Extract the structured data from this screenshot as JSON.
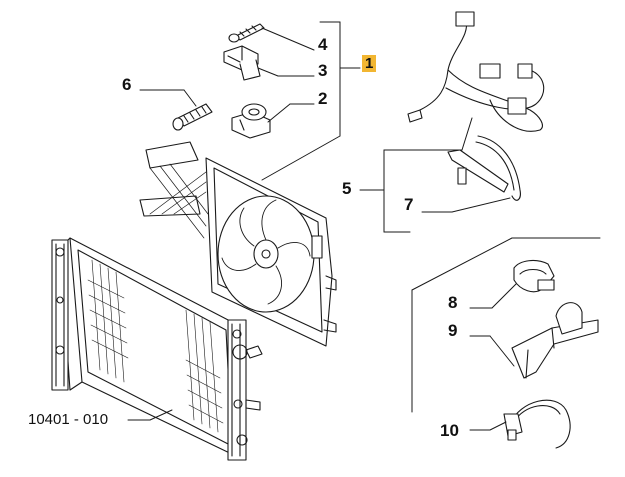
{
  "diagram": {
    "reference_code": "10401 - 010",
    "callouts": {
      "c1": "1",
      "c2": "2",
      "c3": "3",
      "c4": "4",
      "c5": "5",
      "c6": "6",
      "c7": "7",
      "c8": "8",
      "c9": "9",
      "c10": "10"
    },
    "colors": {
      "line": "#1a1a1a",
      "highlight": "#f2b632",
      "background": "#ffffff"
    }
  }
}
